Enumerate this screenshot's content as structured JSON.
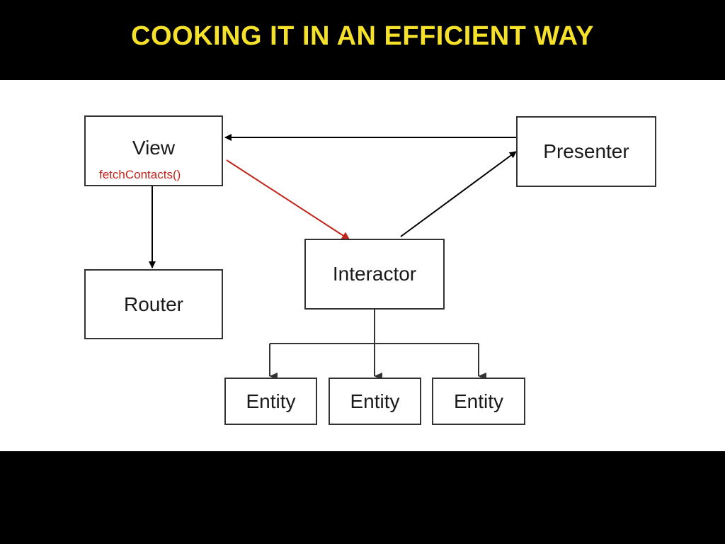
{
  "slide": {
    "title": "COOKING IT IN AN EFFICIENT WAY",
    "title_color": "#f5e12a",
    "background": "#000000"
  },
  "diagram": {
    "nodes": {
      "view": "View",
      "view_method": "fetchContacts()",
      "presenter": "Presenter",
      "router": "Router",
      "interactor": "Interactor",
      "entities": [
        "Entity",
        "Entity",
        "Entity"
      ]
    },
    "edges": [
      {
        "from": "Presenter",
        "to": "View",
        "color": "#000000"
      },
      {
        "from": "View",
        "to": "Router",
        "color": "#000000"
      },
      {
        "from": "View",
        "to": "Interactor",
        "color": "#c0251b"
      },
      {
        "from": "Interactor",
        "to": "Presenter",
        "color": "#000000"
      },
      {
        "from": "Interactor",
        "to": "Entity",
        "color": "#333333"
      },
      {
        "from": "Interactor",
        "to": "Entity",
        "color": "#333333"
      },
      {
        "from": "Interactor",
        "to": "Entity",
        "color": "#333333"
      }
    ],
    "highlight_color": "#c0251b"
  }
}
